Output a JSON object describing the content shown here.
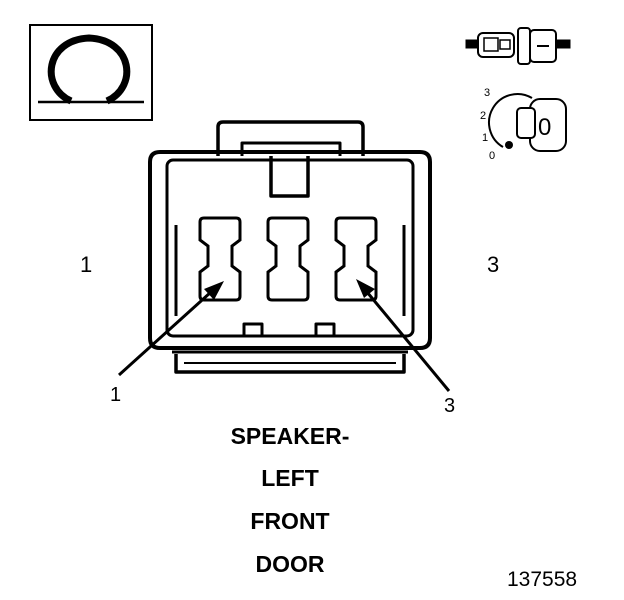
{
  "labels": {
    "pin_left": "1",
    "pin_right": "3",
    "arrow_left": "1",
    "arrow_right": "3"
  },
  "title_lines": [
    "SPEAKER-",
    "LEFT",
    "FRONT",
    "DOOR"
  ],
  "figure_number": "137558",
  "key_switch": {
    "positions": [
      "3",
      "2",
      "1",
      "0"
    ],
    "key_label": "0"
  },
  "icons": {
    "meter": "ohmmeter-icon",
    "connector": "connector-icon",
    "ignition": "ignition-key-icon"
  },
  "colors": {
    "ink": "#000000",
    "paper": "#ffffff"
  }
}
